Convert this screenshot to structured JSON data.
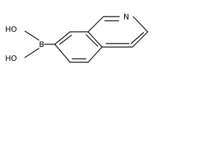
{
  "molecule": {
    "atoms": {
      "nitrogen": "N",
      "boron": "B",
      "hydroxyl_upper": "HO",
      "hydroxyl_lower": "HO"
    },
    "colors": {
      "bond": "#000000",
      "label": "#000000",
      "background": "#ffffff"
    }
  }
}
